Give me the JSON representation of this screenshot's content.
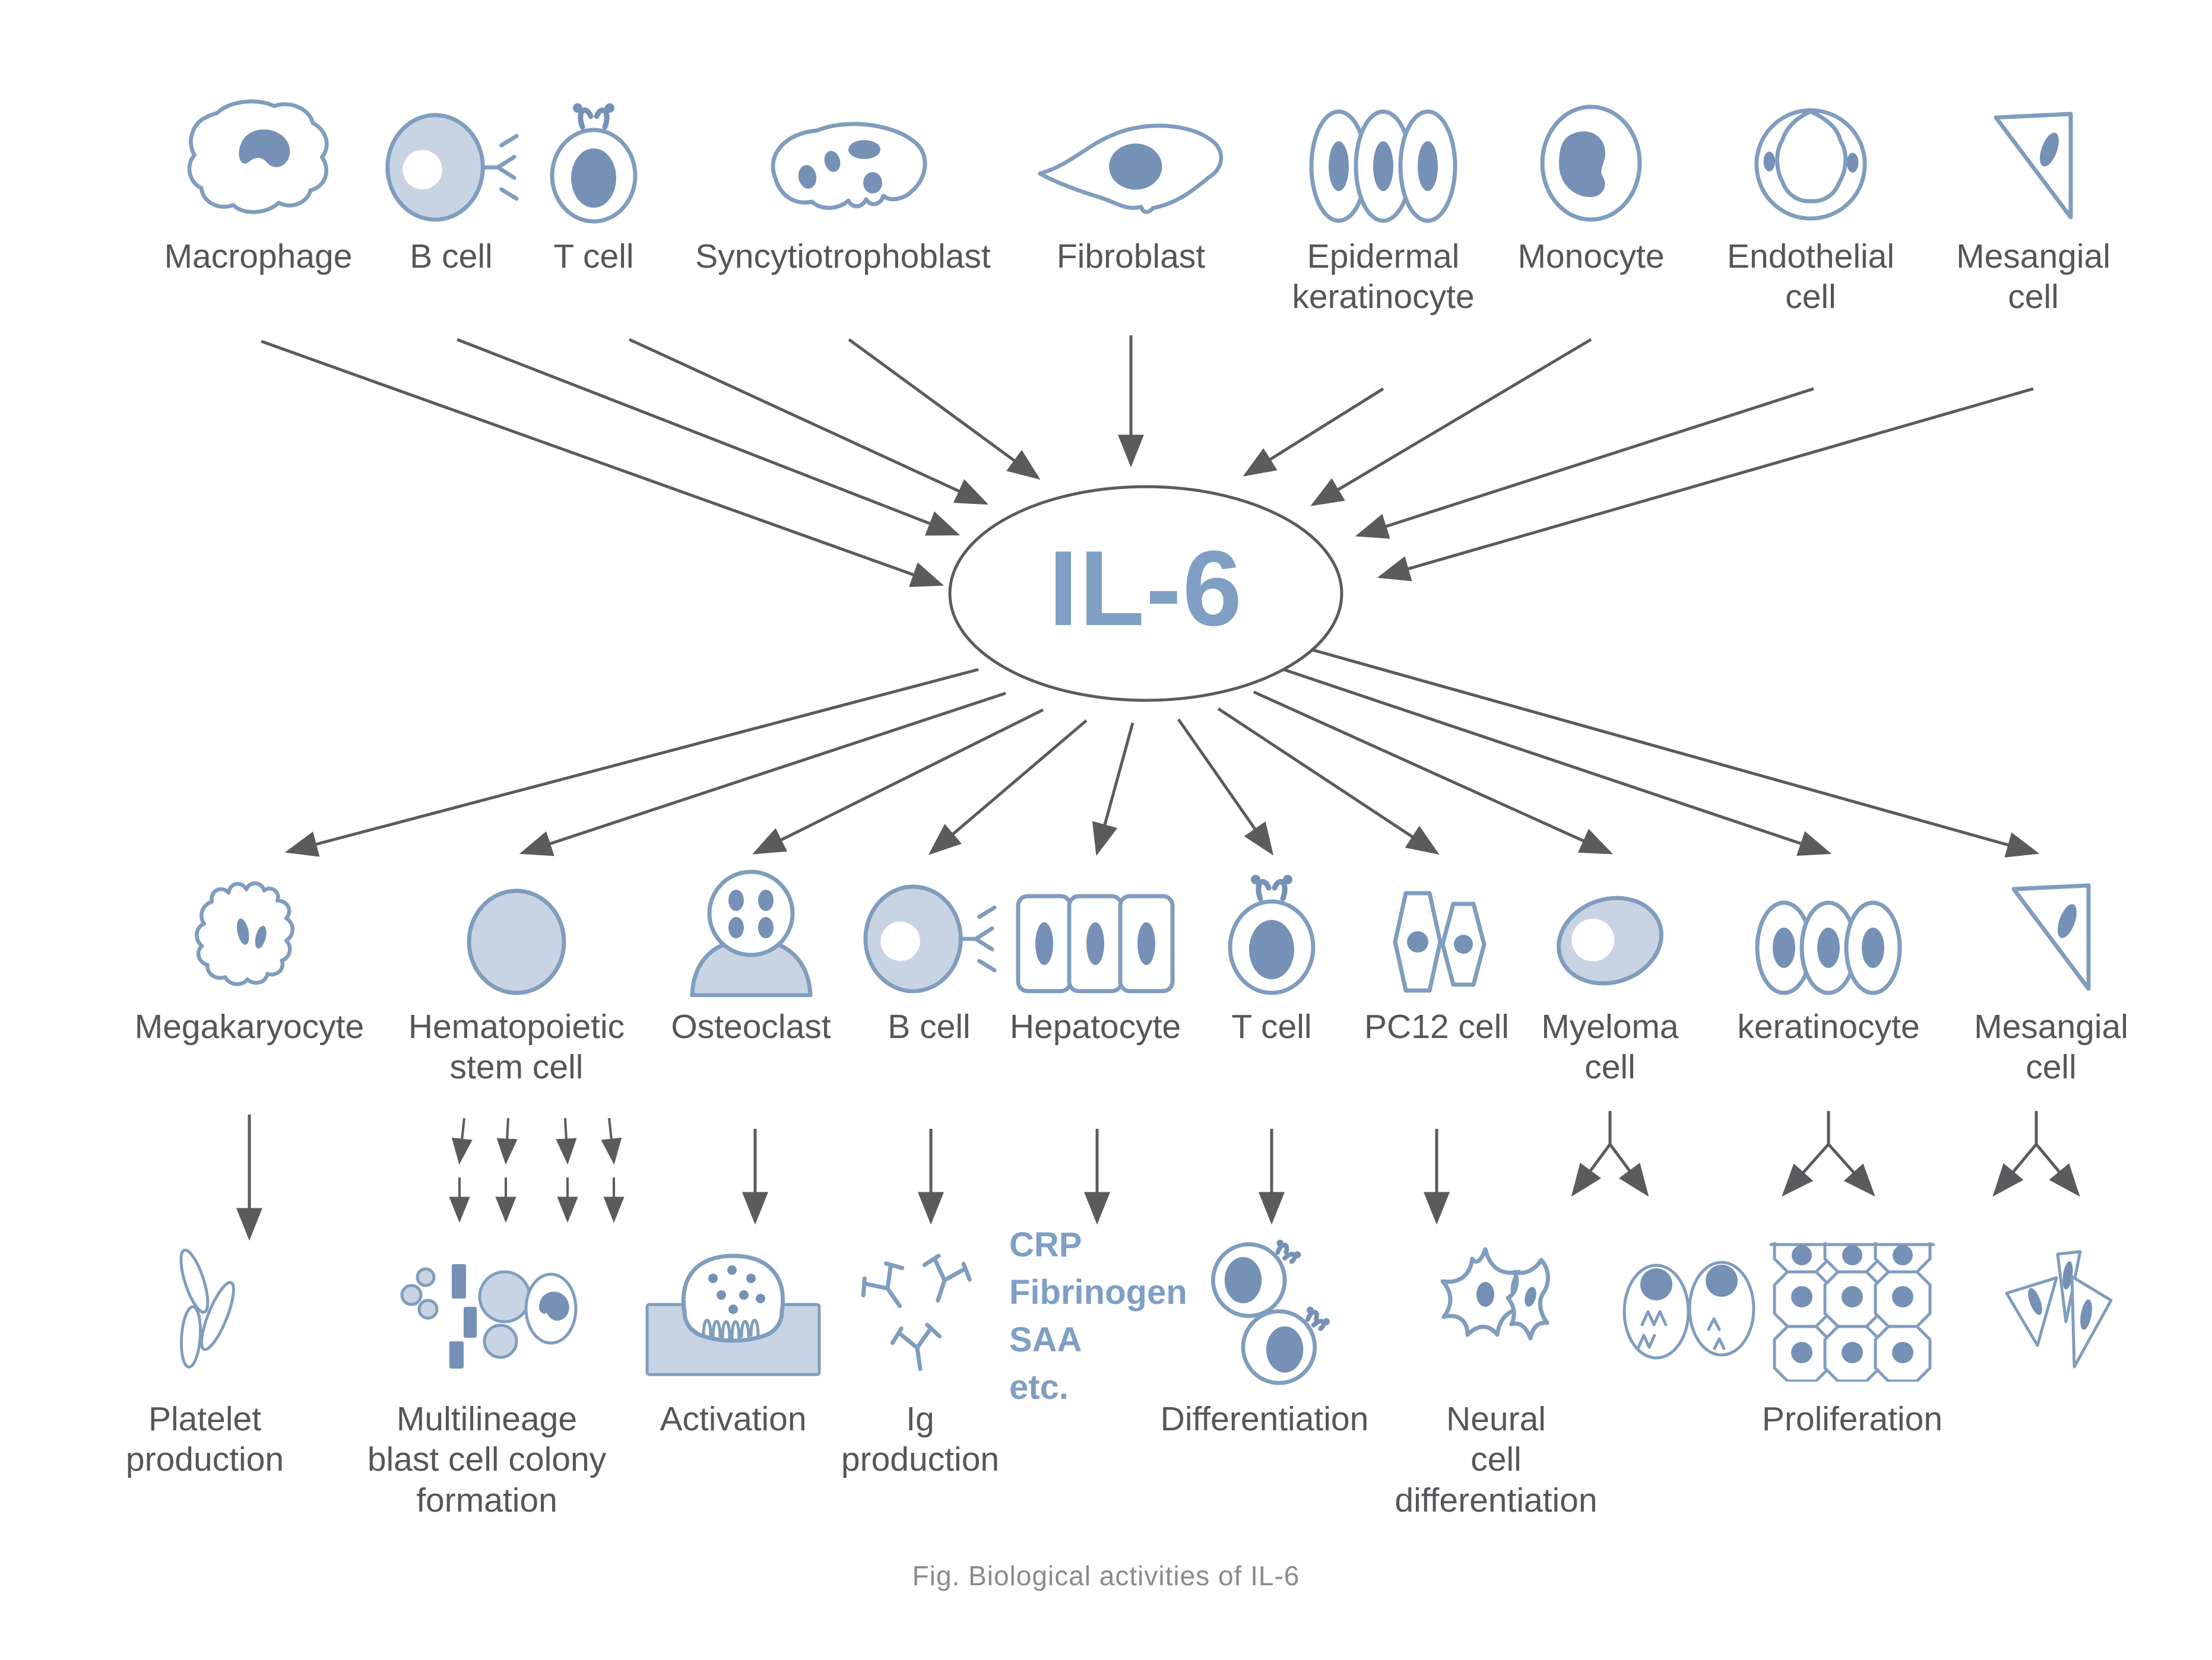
{
  "figure": {
    "center_label": "IL-6",
    "caption": "Fig. Biological activities of IL-6"
  },
  "acute_phase_proteins": {
    "label": "CRP\nFibrinogen\nSAA\netc."
  },
  "source_cells": [
    {
      "label": "Macrophage",
      "icon": "macrophage-icon"
    },
    {
      "label": "B cell",
      "icon": "b-cell-icon"
    },
    {
      "label": "T cell",
      "icon": "t-cell-icon"
    },
    {
      "label": "Syncytiotrophoblast",
      "icon": "syncytiotrophoblast-icon"
    },
    {
      "label": "Fibroblast",
      "icon": "fibroblast-icon"
    },
    {
      "label": "Epidermal\nkeratinocyte",
      "icon": "epidermal-keratinocyte-icon"
    },
    {
      "label": "Monocyte",
      "icon": "monocyte-icon"
    },
    {
      "label": "Endothelial\ncell",
      "icon": "endothelial-cell-icon"
    },
    {
      "label": "Mesangial\ncell",
      "icon": "mesangial-cell-icon"
    }
  ],
  "target_cells": [
    {
      "label": "Megakaryocyte",
      "icon": "megakaryocyte-icon"
    },
    {
      "label": "Hematopoietic\nstem cell",
      "icon": "hematopoietic-stem-cell-icon"
    },
    {
      "label": "Osteoclast",
      "icon": "osteoclast-icon"
    },
    {
      "label": "B cell",
      "icon": "b-cell-icon"
    },
    {
      "label": "Hepatocyte",
      "icon": "hepatocyte-icon"
    },
    {
      "label": "T cell",
      "icon": "t-cell-icon"
    },
    {
      "label": "PC12 cell",
      "icon": "pc12-cell-icon"
    },
    {
      "label": "Myeloma\ncell",
      "icon": "myeloma-cell-icon"
    },
    {
      "label": "keratinocyte",
      "icon": "keratinocyte-icon"
    },
    {
      "label": "Mesangial\ncell",
      "icon": "mesangial-cell-icon"
    }
  ],
  "effects": [
    {
      "label": "Platelet\nproduction",
      "icon": "platelets-icon"
    },
    {
      "label": "Multilineage\nblast cell colony\nformation",
      "icon": "blast-cell-colony-icon"
    },
    {
      "label": "Activation",
      "icon": "osteoclast-on-bone-icon"
    },
    {
      "label": "Ig\nproduction",
      "icon": "antibodies-icon"
    },
    {
      "label": "Differentiation",
      "icon": "differentiated-cells-icon"
    },
    {
      "label": "Neural\ncell\ndifferentiation",
      "icon": "neural-cells-icon"
    },
    {
      "label": "Proliferation",
      "icon": "cell-sheet-icon"
    }
  ],
  "colors": {
    "cell_stroke": "#7f9dbe",
    "cell_fill_light": "#c8d3e3",
    "nucleus_fill": "#7591b5",
    "arrow_gray": "#5b5b5d",
    "label_gray": "#555659",
    "caption_gray": "#8a8b8e",
    "accent_blue": "#7f9fc4"
  }
}
